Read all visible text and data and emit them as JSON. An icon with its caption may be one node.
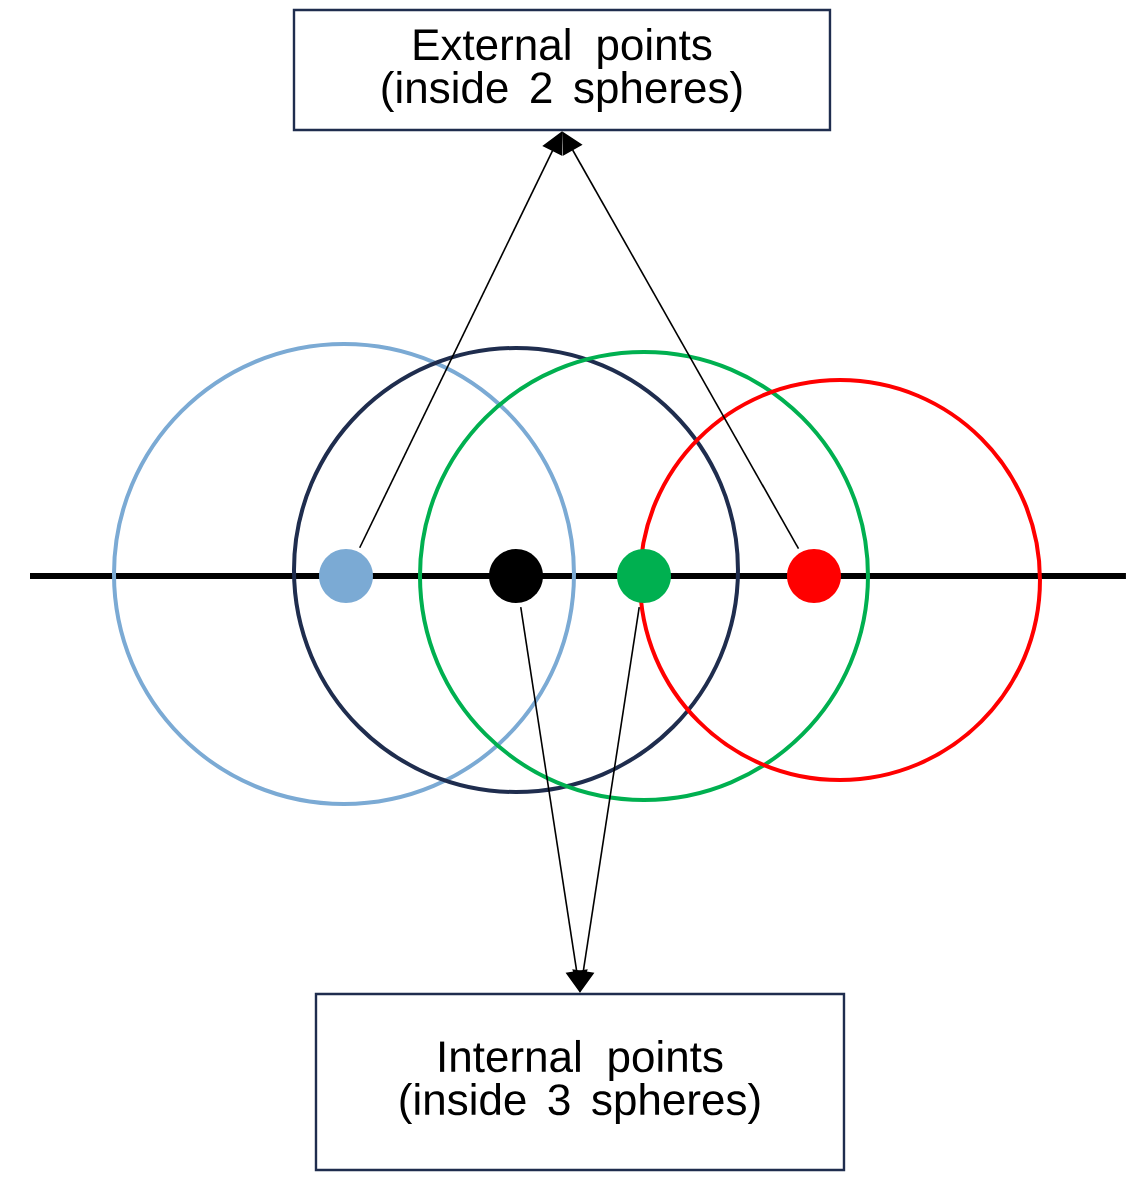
{
  "diagram": {
    "nodes": [
      {
        "text": [
          "External points (inside 2 spheres)"
        ]
      },
      {
        "text": [],
        "shape": "circle"
      },
      {
        "text": [],
        "shape": "circle"
      },
      {
        "text": [],
        "shape": "circle"
      },
      {
        "text": [],
        "shape": "circle"
      },
      {
        "text": [
          "Internal points (inside 3 spheres)"
        ]
      }
    ],
    "edges": [
      {
        "from": 1,
        "to": 0,
        "arrow": "to"
      },
      {
        "from": 4,
        "to": 0,
        "arrow": "to"
      },
      {
        "from": 2,
        "to": 5,
        "arrow": "to"
      },
      {
        "from": 3,
        "to": 5,
        "arrow": "to"
      }
    ]
  }
}
